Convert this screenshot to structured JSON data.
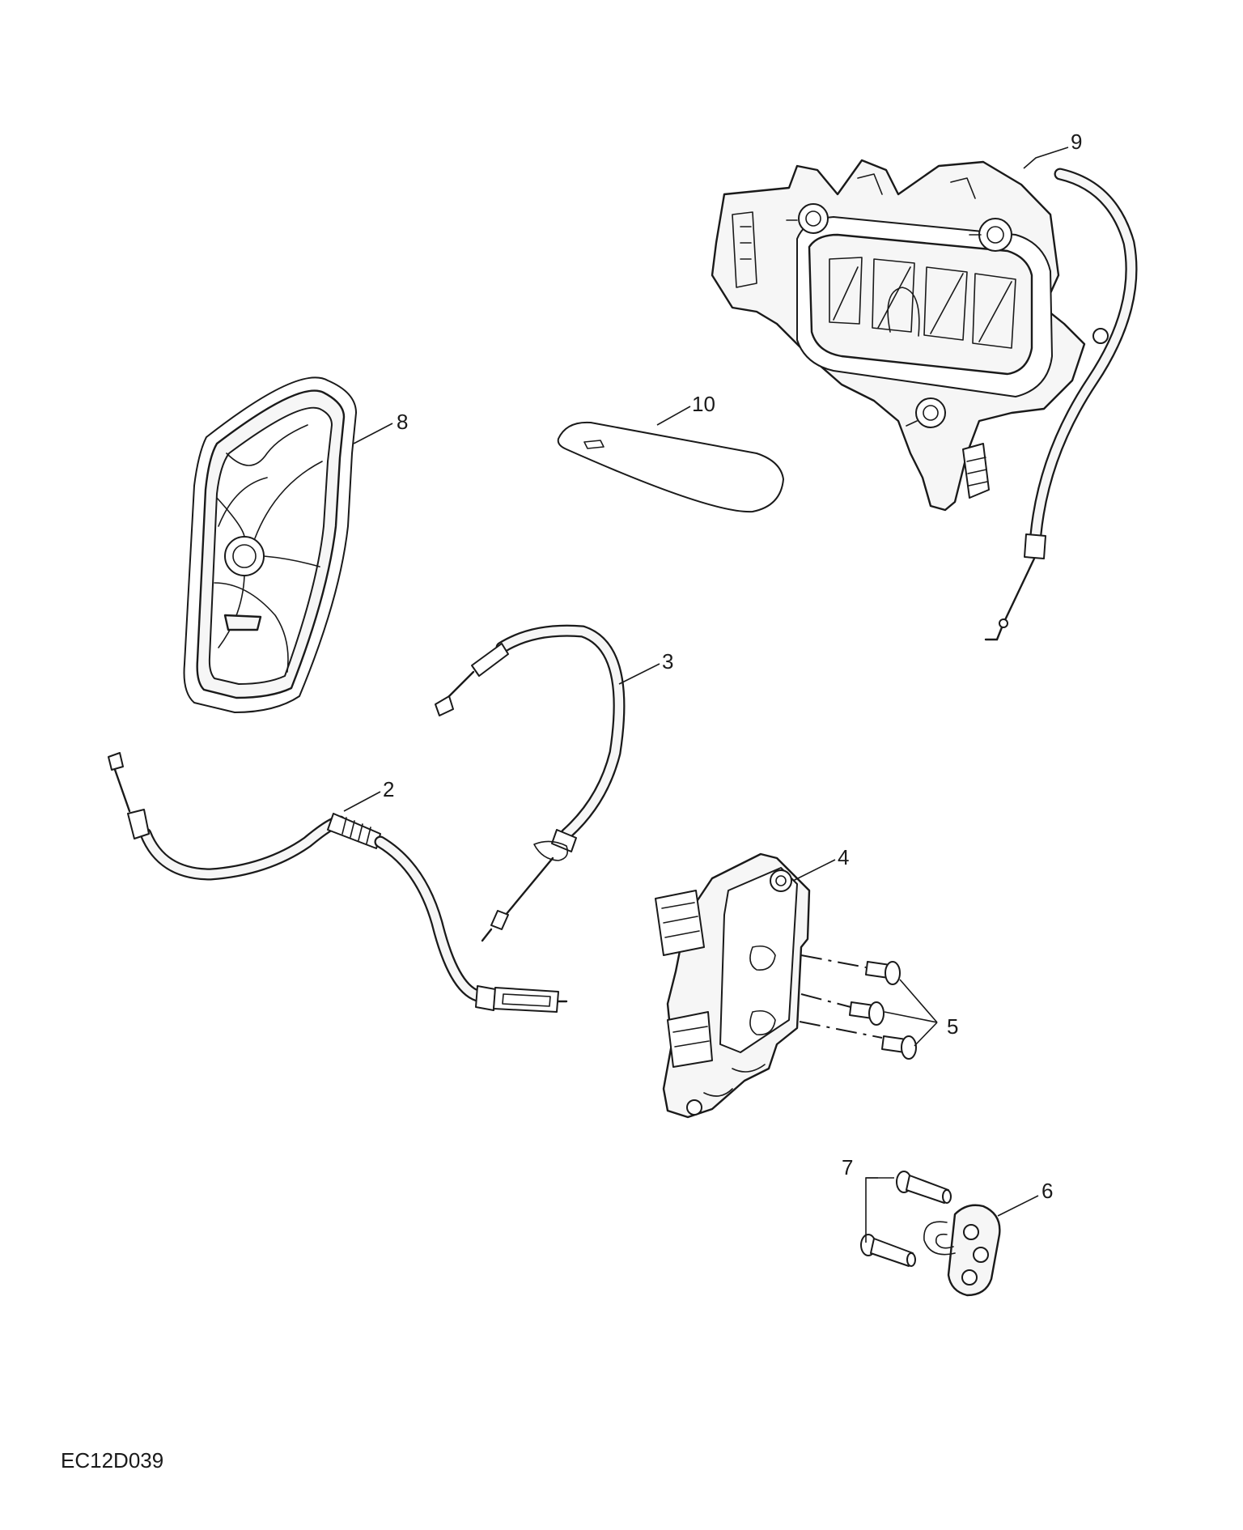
{
  "diagram": {
    "reference_code": "EC12D039",
    "callouts": [
      {
        "id": "2",
        "label": "2"
      },
      {
        "id": "3",
        "label": "3"
      },
      {
        "id": "4",
        "label": "4"
      },
      {
        "id": "5",
        "label": "5"
      },
      {
        "id": "6",
        "label": "6"
      },
      {
        "id": "7",
        "label": "7"
      },
      {
        "id": "8",
        "label": "8"
      },
      {
        "id": "9",
        "label": "9"
      },
      {
        "id": "10",
        "label": "10"
      }
    ]
  }
}
